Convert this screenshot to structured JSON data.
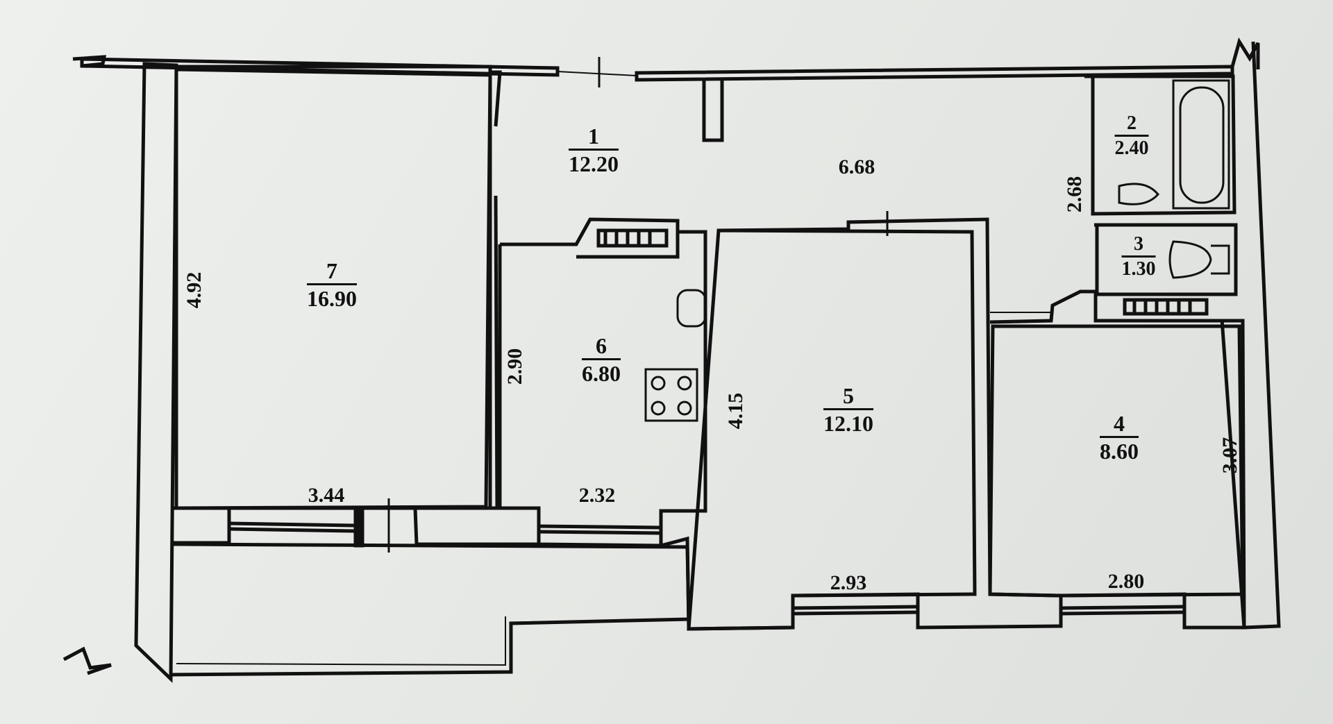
{
  "rooms": [
    {
      "num": "1",
      "area": "12.20"
    },
    {
      "num": "2",
      "area": "2.40"
    },
    {
      "num": "3",
      "area": "1.30"
    },
    {
      "num": "4",
      "area": "8.60"
    },
    {
      "num": "5",
      "area": "12.10"
    },
    {
      "num": "6",
      "area": "6.80"
    },
    {
      "num": "7",
      "area": "16.90"
    }
  ],
  "dimensions": {
    "hall_length": "6.68",
    "bath_width": "2.68",
    "room7_height": "4.92",
    "room7_width": "3.44",
    "room6_height": "2.90",
    "room6_width": "2.32",
    "room5_height": "4.15",
    "room5_width": "2.93",
    "room4_height": "3.07",
    "room4_width": "2.80"
  },
  "colors": {
    "line": "#111111",
    "paper": "#e9ebe8"
  }
}
